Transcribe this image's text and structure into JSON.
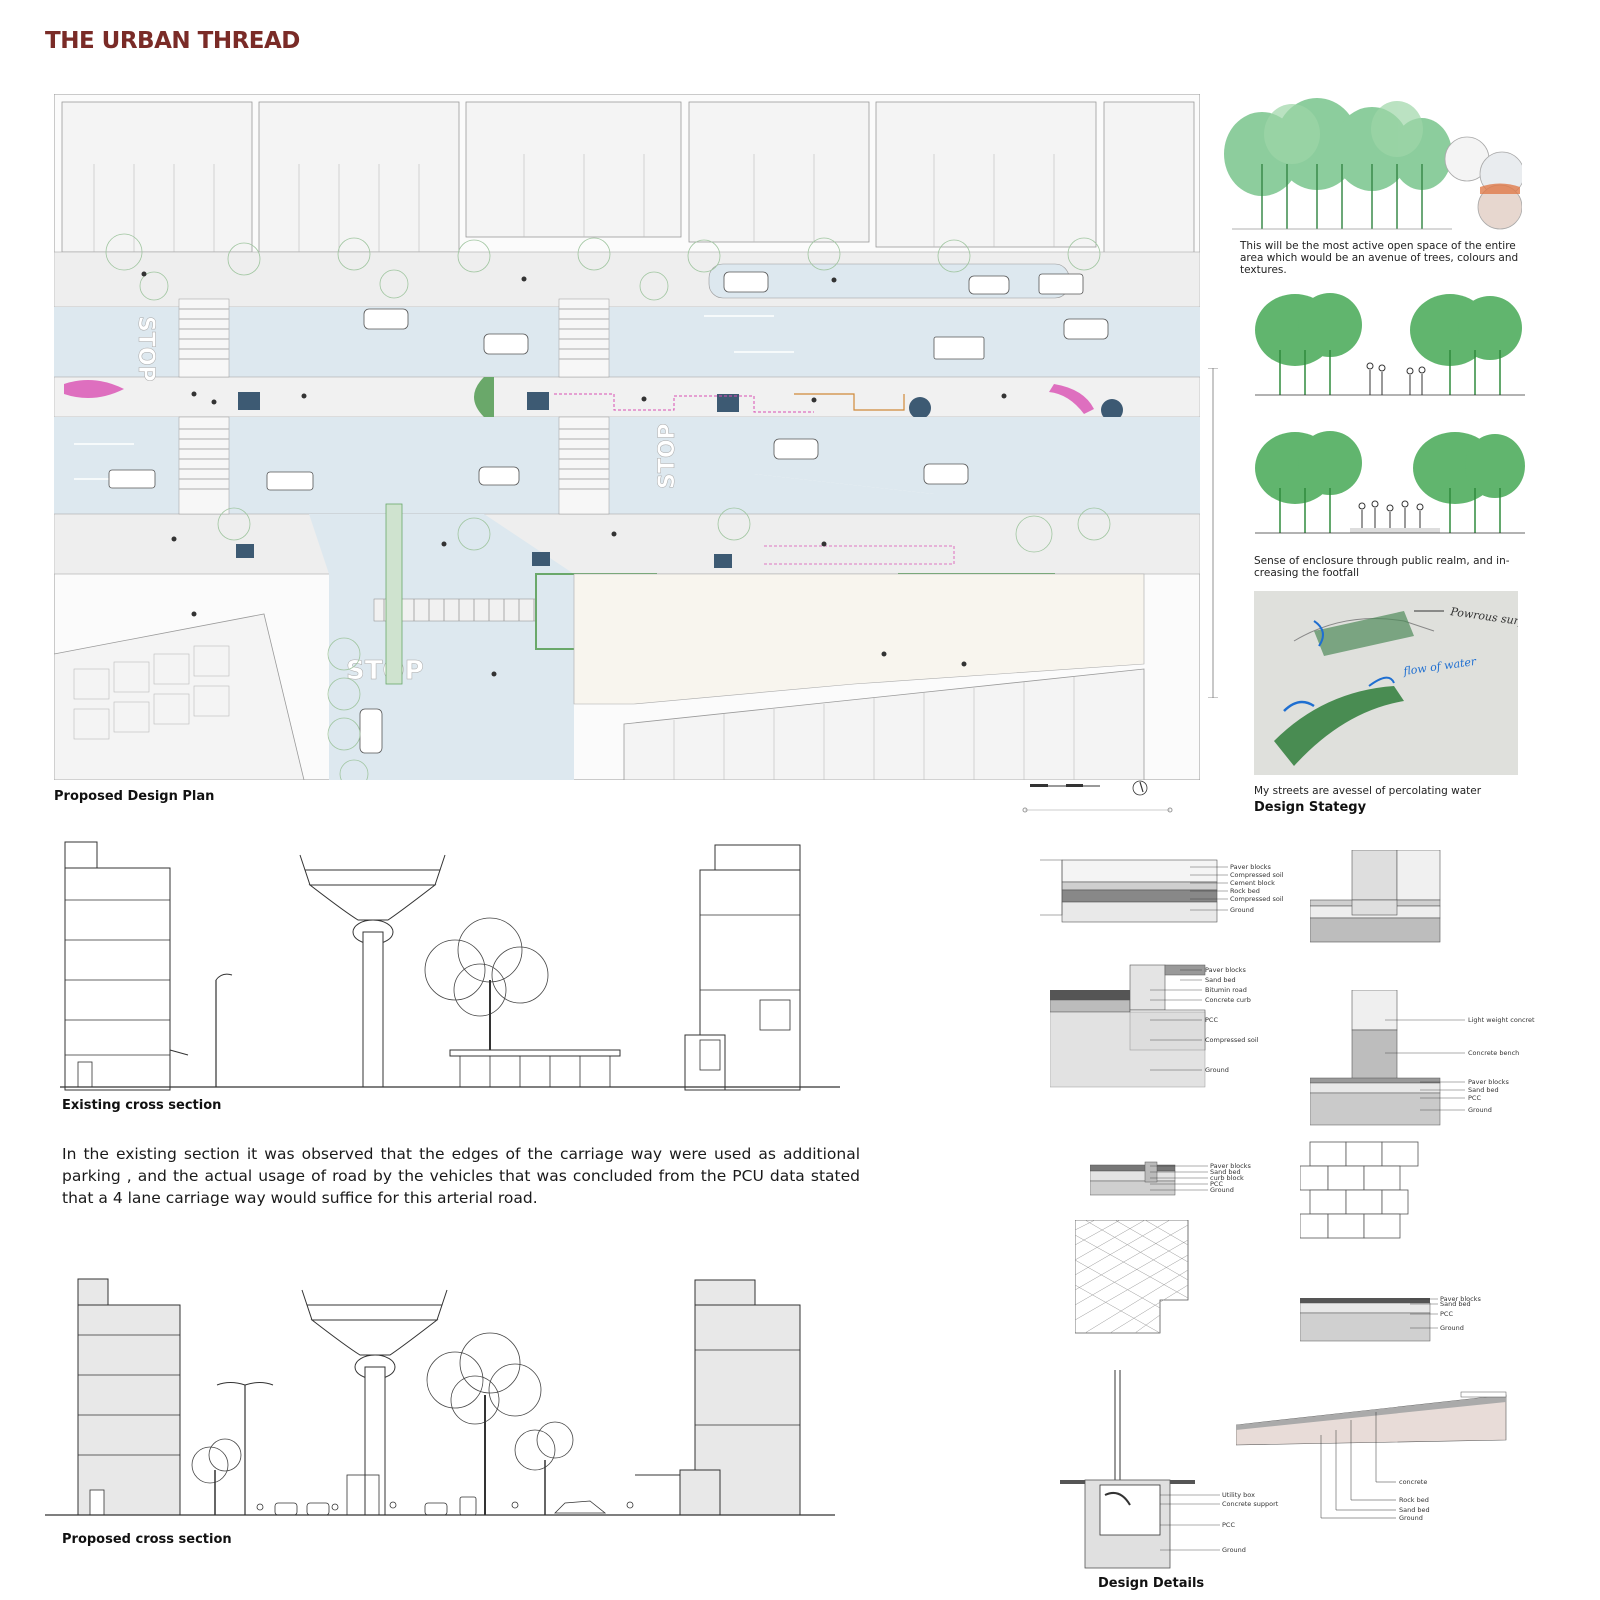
{
  "title": "THE URBAN THREAD",
  "plan": {
    "caption": "Proposed Design Plan",
    "stop_labels": [
      "STOP",
      "STOP",
      "STOP"
    ]
  },
  "strategy": {
    "heading": "Design Stategy",
    "note1": "This will be the most active open space of the entire area which would be an avenue of trees, colours and textures.",
    "note2": "Sense of enclosure through public realm, and in-creasing the footfall",
    "note3": "My streets are avessel of percolating water",
    "sketch_labels": [
      "Powrous surface",
      "flow of water"
    ]
  },
  "sections": {
    "existing_caption": "Existing cross section",
    "proposed_caption": "Proposed  cross section",
    "paragraph": "In the existing section it was observed that the edges of the carriage way were used as additional parking , and the actual usage of road by the vehicles that was concluded from the PCU data stated that a 4 lane carriage way would suffice for this arterial road."
  },
  "details": {
    "heading": "Design Details",
    "d1": [
      "Paver blocks",
      "Compressed soil",
      "Cement block",
      "Rock bed",
      "Compressed soil",
      "Ground"
    ],
    "d2": [
      "Paver blocks",
      "Sand bed",
      "Bitumin road",
      "Concrete curb",
      "PCC",
      "Compressed soil",
      "Ground"
    ],
    "d3": [
      "Light weight concrete",
      "Concrete bench",
      "Paver blocks",
      "Sand bed",
      "PCC",
      "Ground"
    ],
    "d4": [
      "Paver blocks",
      "Sand bed",
      "curb block",
      "PCC",
      "Ground"
    ],
    "d5": [
      "Paver blocks",
      "Sand bed",
      "PCC",
      "Ground"
    ],
    "d6": [
      "Utility box",
      "Concrete support",
      "PCC",
      "Ground"
    ],
    "d7": [
      "concrete",
      "Rock bed",
      "Sand bed",
      "Ground"
    ]
  },
  "colors": {
    "title": "#7a2b27",
    "road": "#dde8ef",
    "pavement": "#f2f2f2",
    "tree_green": "#3aa34a",
    "accent_pink": "#d94fb3",
    "dark_blue": "#3d5a73"
  }
}
